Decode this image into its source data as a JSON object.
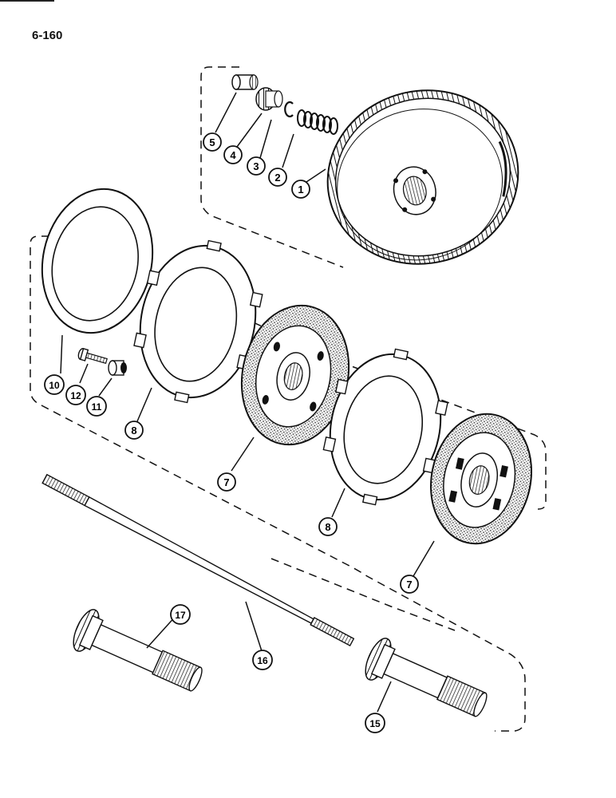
{
  "page": {
    "number": "6-160"
  },
  "callouts": {
    "c1": "1",
    "c2": "2",
    "c3": "3",
    "c4": "4",
    "c5": "5",
    "c7a": "7",
    "c7b": "7",
    "c8a": "8",
    "c8b": "8",
    "c10": "10",
    "c11": "11",
    "c12": "12",
    "c15": "15",
    "c16": "16",
    "c17": "17"
  },
  "colors": {
    "ink": "#111111",
    "paper": "#ffffff",
    "friction": "#7a7a7a"
  }
}
